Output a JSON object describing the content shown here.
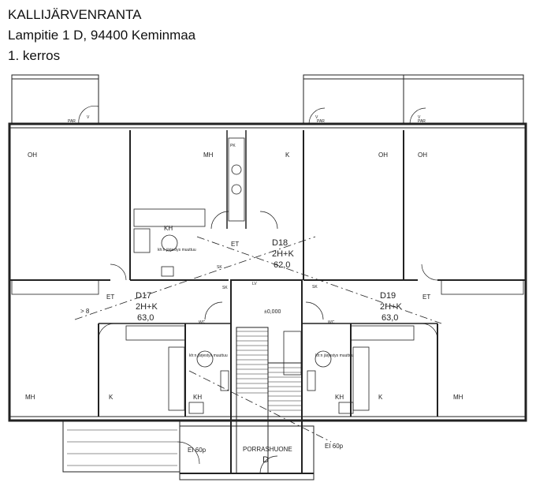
{
  "header": {
    "title": "KALLIJÄRVENRANTA",
    "address": "Lampitie 1 D, 94400 Keminmaa",
    "floor": "1. kerros"
  },
  "apartments": [
    {
      "code": "D18",
      "type": "2H+K",
      "area": "62,0"
    },
    {
      "code": "D17",
      "type": "2H+K",
      "area": "63,0"
    },
    {
      "code": "D19",
      "type": "2H+K",
      "area": "63,0"
    }
  ],
  "rooms": {
    "oh": "OH",
    "mh": "MH",
    "k": "K",
    "kh": "KH",
    "et": "ET",
    "porrashuone": "PORRASHUONE",
    "porrashuone_letter": "D"
  },
  "fixtures": {
    "kh_note": "kh:n järjestys muuttuu",
    "ei60p": "EI 60p",
    "v": "V",
    "pk": "PK",
    "sk": "SK",
    "wc": "WC",
    "lv": "LV",
    "par": "PAR",
    "r8": "> 8",
    "door": "D",
    "level": "±0,000"
  }
}
